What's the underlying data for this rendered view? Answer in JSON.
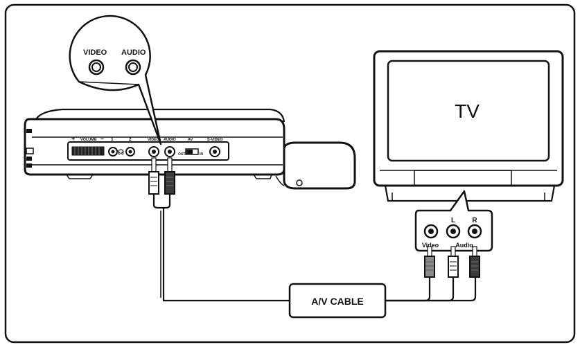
{
  "device": {
    "callout_video_label": "VIDEO",
    "callout_audio_label": "AUDIO",
    "volume_label": "VOLUME",
    "volume_plus": "+",
    "volume_minus": "–",
    "headphone_1_label": "1",
    "headphone_2_label": "2",
    "video_jack_label": "VIDEO",
    "audio_jack_label": "AUDIO",
    "av_label": "AV",
    "av_out_label": "OUT",
    "av_in_label": "IN",
    "svideo_label": "S-VIDEO"
  },
  "tv": {
    "screen_label": "TV",
    "jack_l_label": "L",
    "jack_r_label": "R",
    "video_label": "Video",
    "audio_label": "Audio"
  },
  "cable": {
    "label": "A/V CABLE"
  },
  "colors": {
    "line": "#111111",
    "plug_gray": "#8a8a8a",
    "plug_dark": "#3a3a3a",
    "tv_frame": "#ffffff"
  }
}
